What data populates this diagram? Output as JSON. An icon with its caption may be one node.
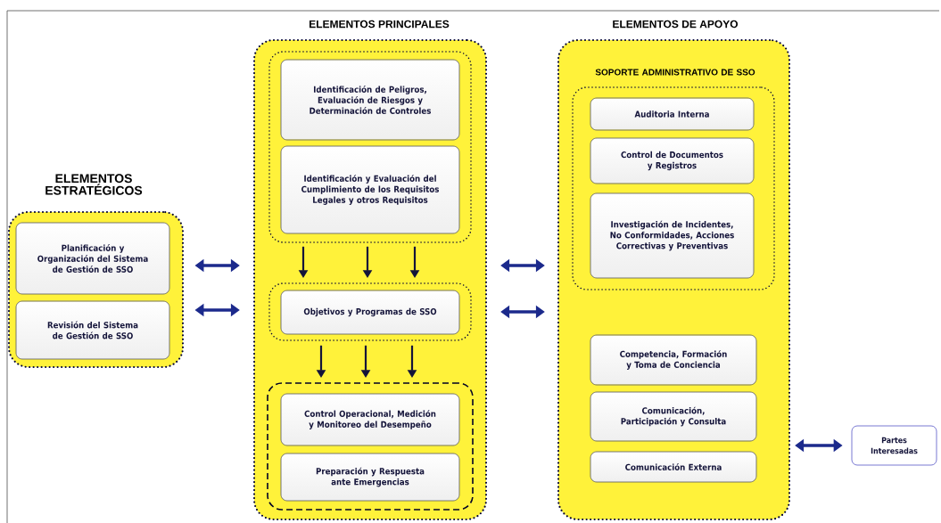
{
  "diagram": {
    "nodes": [
      {
        "text": [
          "ELEMENTOS ESTRATÉGICOS"
        ]
      },
      {
        "text": [
          "Planificación y Organización del Sistema de Gestión de SSO"
        ],
        "in": 0
      },
      {
        "text": [
          "Revisión del Sistema de Gestión de SSO"
        ],
        "in": 0
      },
      {
        "text": [
          "ELEMENTOS PRINCIPALES"
        ]
      },
      {
        "text": [],
        "shape": "box",
        "in": 3
      },
      {
        "text": [
          "Identificación de Peligros, Evaluación de Riesgos y Determinación de Controles"
        ],
        "in": 4
      },
      {
        "text": [
          "Identificación y Evaluación del Cumplimiento de los Requisitos Legales y otros Requisitos"
        ],
        "in": 4
      },
      {
        "text": [],
        "shape": "box",
        "in": 3
      },
      {
        "text": [
          "Objetivos y Programas de SSO"
        ],
        "in": 7
      },
      {
        "text": [],
        "shape": "box",
        "in": 3
      },
      {
        "text": [
          "Control Operacional, Medición y Monitoreo del Desempeño"
        ],
        "in": 9
      },
      {
        "text": [
          "Preparación y Respuesta ante Emergencias"
        ],
        "in": 9
      },
      {
        "text": [
          "ELEMENTOS DE APOYO",
          "SOPORTE ADMINISTRATIVO DE SSO"
        ]
      },
      {
        "text": [],
        "shape": "box",
        "in": 12
      },
      {
        "text": [
          "Auditoria Interna"
        ],
        "in": 13
      },
      {
        "text": [
          "Control de Documentos y Registros"
        ],
        "in": 13
      },
      {
        "text": [
          "Investigación de Incidentes, No Conformidades, Acciones Correctivas y Preventivas"
        ],
        "in": 13
      },
      {
        "text": [
          "Competencia, Formación y Toma de Conciencia"
        ],
        "in": 12
      },
      {
        "text": [
          "Comunicación, Participación y Consulta"
        ],
        "in": 12
      },
      {
        "text": [
          "Comunicación Externa"
        ],
        "in": 12
      },
      {
        "text": [
          "Partes Interesadas"
        ]
      }
    ],
    "edges": [
      {
        "from": 1,
        "to": 3,
        "arrow": "both",
        "color": "#1c2a8c"
      },
      {
        "from": 2,
        "to": 3,
        "arrow": "both",
        "color": "#1c2a8c"
      },
      {
        "from": 3,
        "to": 12,
        "arrow": "both",
        "color": "#1c2a8c"
      },
      {
        "from": 3,
        "to": 12,
        "arrow": "both",
        "color": "#1c2a8c"
      },
      {
        "from": 4,
        "to": 7,
        "arrow": "to"
      },
      {
        "from": 4,
        "to": 7,
        "arrow": "to"
      },
      {
        "from": 4,
        "to": 7,
        "arrow": "to"
      },
      {
        "from": 7,
        "to": 9,
        "arrow": "to"
      },
      {
        "from": 7,
        "to": 9,
        "arrow": "to"
      },
      {
        "from": 7,
        "to": 9,
        "arrow": "to"
      },
      {
        "from": 12,
        "to": 20,
        "arrow": "both",
        "color": "#1c2a8c"
      }
    ]
  }
}
